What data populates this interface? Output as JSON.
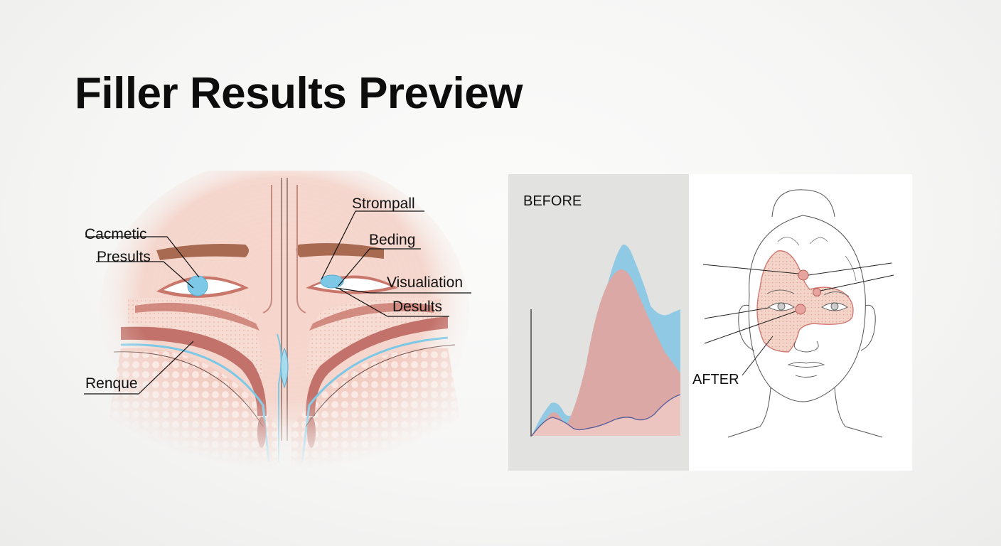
{
  "title": "Filler Results Preview",
  "anatomy": {
    "labels": {
      "cacmetic": "Cacmetic",
      "presults": "Presults",
      "renque": "Renque",
      "strompall": "Strompall",
      "beding": "Beding",
      "visualiation": "Visualiation",
      "desults": "Desults"
    }
  },
  "comparison": {
    "before_label": "BEFORE",
    "after_label": "AFTER"
  },
  "colors": {
    "skin_pink": "#f2c9be",
    "muscle_red": "#c9776b",
    "brow_brown": "#a86a50",
    "eye_blue": "#7cc8e6",
    "chart_blue": "#8fc9e4",
    "chart_red": "#dca8a6",
    "chart_light": "#ecc4c0",
    "panel_gray": "#e2e2e1"
  }
}
